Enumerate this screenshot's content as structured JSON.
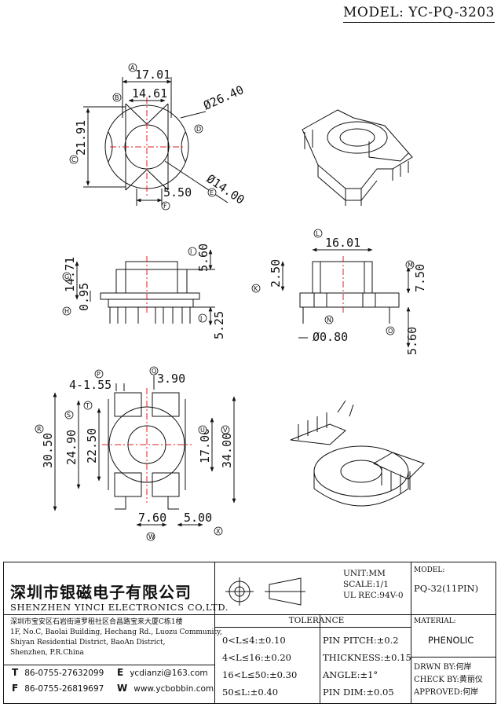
{
  "header": {
    "model_title": "MODEL: YC-PQ-3203"
  },
  "dimensions": {
    "top_view": {
      "width_outer": "17.01",
      "width_inner": "14.61",
      "height": "21.91",
      "outer_diameter": "Ø26.40",
      "inner_diameter": "Ø14.00",
      "slot": "5.50"
    },
    "front_view": {
      "total_height": "14.71",
      "flange": "0.95",
      "top_step": "5.60",
      "pin_length": "5.25"
    },
    "side_view": {
      "width": "16.01",
      "step": "2.50",
      "height": "7.50",
      "pin_diameter": "Ø0.80",
      "pin_length": "5.60"
    },
    "bottom_view": {
      "pin_pitch": "4-1.55",
      "pin_offset": "3.90",
      "total_height": "30.50",
      "mid_height": "24.90",
      "inner_height": "22.50",
      "right_inner": "17.00",
      "right_outer": "34.00",
      "pin_spacing_left": "7.60",
      "pin_spacing_right": "5.00"
    }
  },
  "circle_markers": [
    "A",
    "B",
    "C",
    "D",
    "E",
    "F",
    "G",
    "H",
    "I",
    "J",
    "K",
    "L",
    "M",
    "N",
    "O",
    "P",
    "Q",
    "R",
    "S",
    "T",
    "U",
    "V",
    "W",
    "X"
  ],
  "title_block": {
    "company_cn": "深圳市银磁电子有限公司",
    "company_en": "SHENZHEN YINCI ELECTRONICS CO,LTD.",
    "address_lines": [
      "深圳市宝安区石岩街道罗租社区合昌路宝来大厦C栋1楼",
      "1F, No.C, Baolai Building, Hechang Rd., Luozu Community,",
      "Shiyan Residential District, BaoAn District,",
      "Shenzhen, P.R.China"
    ],
    "contacts": {
      "tel": {
        "letter": "T",
        "value": "86-0755-27632099"
      },
      "fax": {
        "letter": "F",
        "value": "86-0755-26819697"
      },
      "email": {
        "letter": "E",
        "value": "ycdianzi@163.com"
      },
      "web": {
        "letter": "W",
        "value": "www.ycbobbin.com"
      }
    },
    "unit": "UNIT:MM",
    "scale": "SCALE:1/1",
    "ul_rec": "UL REC:94V-0",
    "model_label": "MODEL:",
    "model_value": "PQ-32(11PIN)",
    "material_label": "MATERIAL:",
    "material_value": "PHENOLIC",
    "tolerance_title": "TOLERANCE",
    "tolerance_rows": [
      {
        "range": "0<L≤4:±0.10",
        "spec": "PIN PITCH:±0.2"
      },
      {
        "range": "4<L≤16:±0.20",
        "spec": "THICKNESS:±0.15"
      },
      {
        "range": "16<L≤50:±0.30",
        "spec": "ANGLE:±1°"
      },
      {
        "range": "50≤L:±0.40",
        "spec": "PIN DIM:±0.05"
      }
    ],
    "drawn_by": "DRWN BY:何岸",
    "check_by": "CHECK BY:黄丽仪",
    "approved": "APPROVED:何岸"
  }
}
